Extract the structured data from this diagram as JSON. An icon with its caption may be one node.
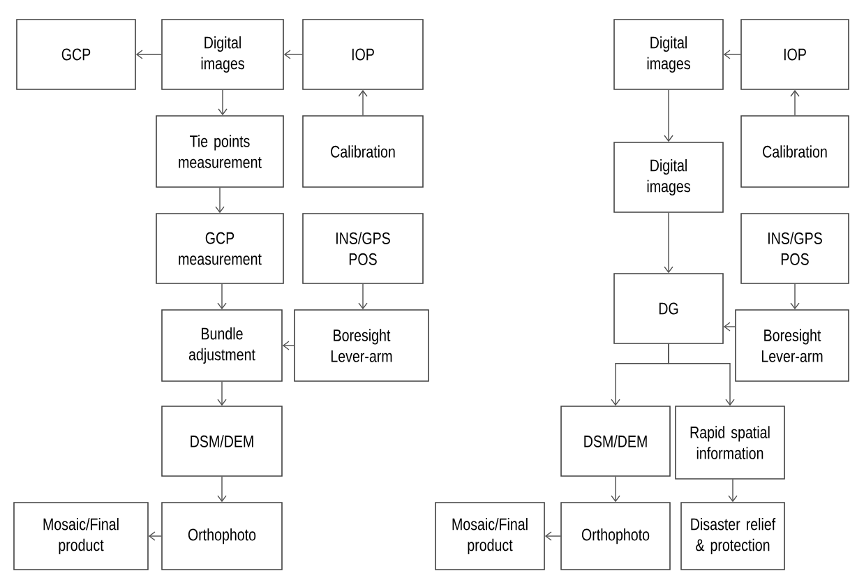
{
  "diagram": {
    "nodes": [
      {
        "text": [
          "GCP"
        ]
      },
      {
        "text": [
          "Digital images"
        ]
      },
      {
        "text": [
          "IOP"
        ]
      },
      {
        "text": [
          "Tie points measurement"
        ]
      },
      {
        "text": [
          "Calibration"
        ]
      },
      {
        "text": [
          "GCP measurement"
        ]
      },
      {
        "text": [
          "INS/GPS POS"
        ]
      },
      {
        "text": [
          "Bundle adjustment"
        ]
      },
      {
        "text": [
          "Boresight Lever-arm"
        ]
      },
      {
        "text": [
          "DSM/DEM"
        ]
      },
      {
        "text": [
          "Orthophoto"
        ]
      },
      {
        "text": [
          "Mosaic/Final product"
        ]
      },
      {
        "text": [
          "Digital images"
        ]
      },
      {
        "text": [
          "IOP"
        ]
      },
      {
        "text": [
          "Digital images"
        ]
      },
      {
        "text": [
          "Calibration"
        ]
      },
      {
        "text": [
          "INS/GPS POS"
        ]
      },
      {
        "text": [
          "DG"
        ]
      },
      {
        "text": [
          "Boresight Lever-arm"
        ]
      },
      {
        "text": [
          "DSM/DEM"
        ]
      },
      {
        "text": [
          "Rapid spatial information"
        ]
      },
      {
        "text": [
          "Orthophoto"
        ]
      },
      {
        "text": [
          "Disaster relief & protection"
        ]
      },
      {
        "text": [
          "Mosaic/Final product"
        ]
      }
    ],
    "edges": [
      {
        "from": 1,
        "to": 0,
        "arrow": "to"
      },
      {
        "from": 2,
        "to": 1,
        "arrow": "to"
      },
      {
        "from": 1,
        "to": 3,
        "arrow": "to"
      },
      {
        "from": 4,
        "to": 2,
        "arrow": "to"
      },
      {
        "from": 3,
        "to": 5,
        "arrow": "to"
      },
      {
        "from": 5,
        "to": 7,
        "arrow": "to"
      },
      {
        "from": 6,
        "to": 8,
        "arrow": "to"
      },
      {
        "from": 8,
        "to": 7,
        "arrow": "to"
      },
      {
        "from": 7,
        "to": 9,
        "arrow": "to"
      },
      {
        "from": 9,
        "to": 10,
        "arrow": "to"
      },
      {
        "from": 10,
        "to": 11,
        "arrow": "to"
      },
      {
        "from": 13,
        "to": 12,
        "arrow": "to"
      },
      {
        "from": 12,
        "to": 14,
        "arrow": "to"
      },
      {
        "from": 15,
        "to": 13,
        "arrow": "to"
      },
      {
        "from": 14,
        "to": 17,
        "arrow": "to"
      },
      {
        "from": 16,
        "to": 18,
        "arrow": "to"
      },
      {
        "from": 18,
        "to": 17,
        "arrow": "to"
      },
      {
        "from": 17,
        "to": 19,
        "arrow": "to"
      },
      {
        "from": 17,
        "to": 20,
        "arrow": "to"
      },
      {
        "from": 19,
        "to": 21,
        "arrow": "to"
      },
      {
        "from": 20,
        "to": 22,
        "arrow": "to"
      },
      {
        "from": 21,
        "to": 23,
        "arrow": "to"
      }
    ]
  }
}
